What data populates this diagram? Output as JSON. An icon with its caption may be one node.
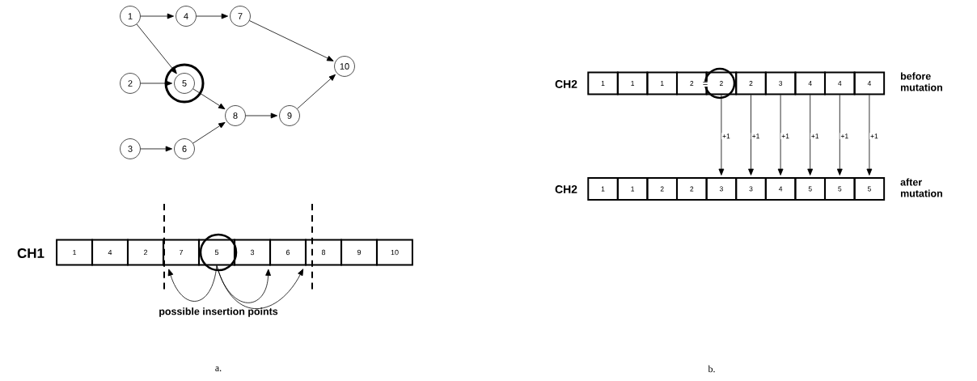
{
  "diagram": {
    "nodes": [
      {
        "text": [
          "1"
        ]
      },
      {
        "text": [
          "2"
        ]
      },
      {
        "text": [
          "3"
        ]
      },
      {
        "text": [
          "4"
        ]
      },
      {
        "text": [
          "5"
        ]
      },
      {
        "text": [
          "6"
        ]
      },
      {
        "text": [
          "7"
        ]
      },
      {
        "text": [
          "8"
        ]
      },
      {
        "text": [
          "9"
        ]
      },
      {
        "text": [
          "10"
        ]
      },
      {
        "text": [
          "1"
        ]
      },
      {
        "text": [
          "4"
        ]
      },
      {
        "text": [
          "2"
        ]
      },
      {
        "text": [
          "7"
        ]
      },
      {
        "text": [
          "5"
        ]
      },
      {
        "text": [
          "3"
        ]
      },
      {
        "text": [
          "6"
        ]
      },
      {
        "text": [
          "8"
        ]
      },
      {
        "text": [
          "9"
        ]
      },
      {
        "text": [
          "10"
        ]
      },
      {
        "text": [
          "1"
        ]
      },
      {
        "text": [
          "1"
        ]
      },
      {
        "text": [
          "1"
        ]
      },
      {
        "text": [
          "2"
        ]
      },
      {
        "text": [
          "2"
        ]
      },
      {
        "text": [
          "2"
        ]
      },
      {
        "text": [
          "3"
        ]
      },
      {
        "text": [
          "4"
        ]
      },
      {
        "text": [
          "4"
        ]
      },
      {
        "text": [
          "4"
        ]
      },
      {
        "text": [
          "1"
        ]
      },
      {
        "text": [
          "1"
        ]
      },
      {
        "text": [
          "2"
        ]
      },
      {
        "text": [
          "2"
        ]
      },
      {
        "text": [
          "3"
        ]
      },
      {
        "text": [
          "3"
        ]
      },
      {
        "text": [
          "4"
        ]
      },
      {
        "text": [
          "5"
        ]
      },
      {
        "text": [
          "5"
        ]
      },
      {
        "text": [
          "5"
        ]
      }
    ],
    "edges": [
      {
        "from": 0,
        "to": 3,
        "arrow": "to"
      },
      {
        "from": 3,
        "to": 6,
        "arrow": "to"
      },
      {
        "from": 6,
        "to": 9,
        "arrow": "to"
      },
      {
        "from": 0,
        "to": 4,
        "arrow": "to"
      },
      {
        "from": 1,
        "to": 4,
        "arrow": "to"
      },
      {
        "from": 4,
        "to": 7,
        "arrow": "to"
      },
      {
        "from": 2,
        "to": 5,
        "arrow": "to"
      },
      {
        "from": 5,
        "to": 7,
        "arrow": "to"
      },
      {
        "from": 7,
        "to": 8,
        "arrow": "to"
      },
      {
        "from": 8,
        "to": 9,
        "arrow": "to"
      },
      {
        "from": 14,
        "to": 12,
        "arrow": "to"
      },
      {
        "from": 14,
        "to": 15,
        "arrow": "to"
      },
      {
        "from": 14,
        "to": 16,
        "arrow": "to"
      },
      {
        "from": 24,
        "to": 34,
        "arrow": "to",
        "label": "+1"
      },
      {
        "from": 25,
        "to": 35,
        "arrow": "to",
        "label": "+1"
      },
      {
        "from": 26,
        "to": 36,
        "arrow": "to",
        "label": "+1"
      },
      {
        "from": 27,
        "to": 37,
        "arrow": "to",
        "label": "+1"
      },
      {
        "from": 28,
        "to": 38,
        "arrow": "to",
        "label": "+1"
      },
      {
        "from": 29,
        "to": 39,
        "arrow": "to",
        "label": "+1"
      }
    ],
    "labels": [
      "CH1",
      "possible insertion points",
      "CH2",
      "before mutation",
      "=",
      "CH2",
      "after mutation",
      "a.",
      "b."
    ]
  }
}
